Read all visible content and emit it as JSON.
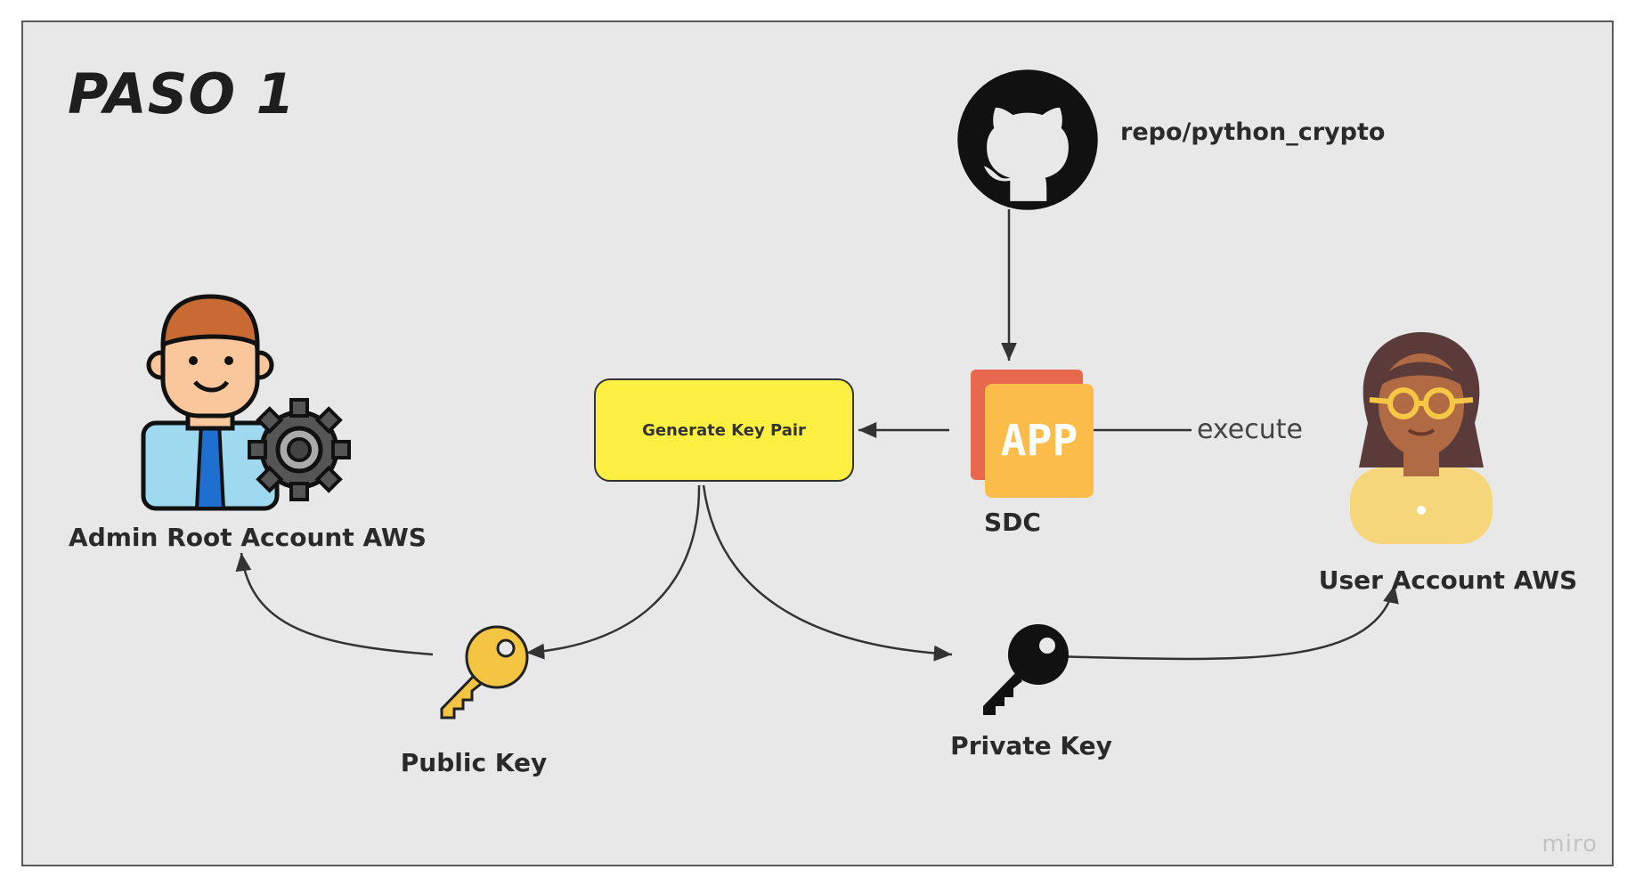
{
  "diagram": {
    "title": "PASO 1",
    "nodes": {
      "admin": {
        "label": "Admin Root Account AWS",
        "icon": "admin-gear-icon"
      },
      "github": {
        "label": "repo/python_crypto",
        "icon": "github-icon"
      },
      "generator": {
        "label": "Generate Key Pair"
      },
      "sdc": {
        "label": "SDC",
        "icon": "app-icon",
        "icon_text": "APP"
      },
      "user": {
        "label": "User Account AWS",
        "icon": "woman-user-icon"
      },
      "public_key": {
        "label": "Public Key",
        "icon": "key-icon",
        "color": "#f4c542"
      },
      "private_key": {
        "label": "Private Key",
        "icon": "key-icon",
        "color": "#111111"
      }
    },
    "edges": {
      "execute_label": "execute"
    },
    "colors": {
      "background": "#e8e8e8",
      "box": "#fef042",
      "app_back": "#e8674f",
      "app_front": "#fbbc4a"
    },
    "watermark": "miro"
  }
}
